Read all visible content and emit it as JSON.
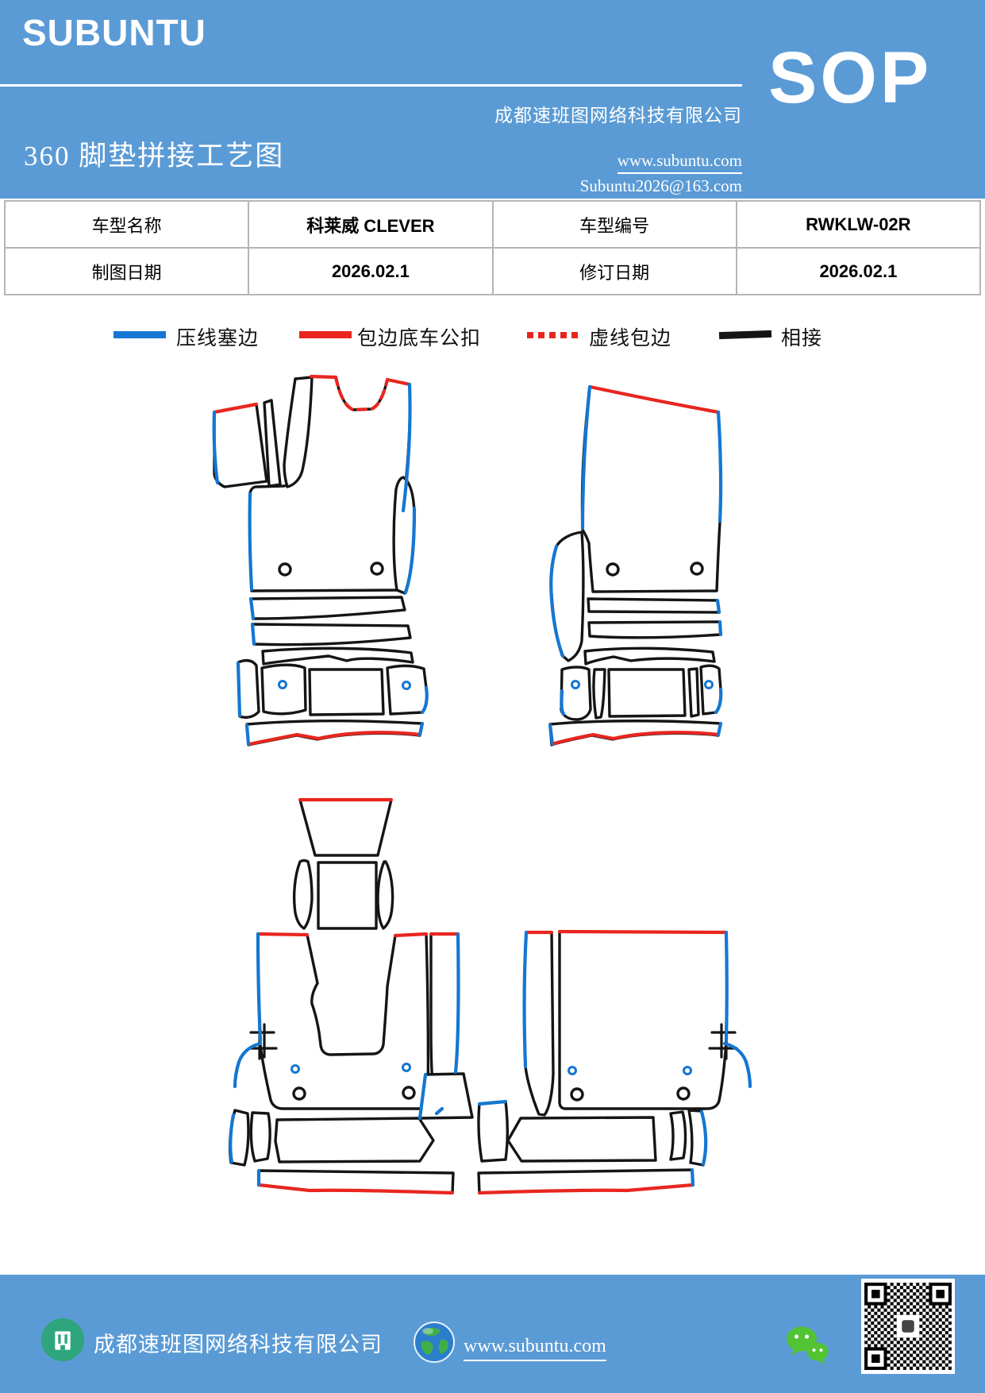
{
  "colors": {
    "header_bg": "#5B9BD5",
    "footer_bg": "#5B9BD5",
    "line_blue": "#1577D1",
    "line_red": "#E8261F",
    "line_black": "#151515",
    "table_border": "#B5B5B5",
    "icon_green": "#2FA57E",
    "wechat_green": "#52C332",
    "globe_blue": "#2C7ECB",
    "globe_green": "#3FAE49"
  },
  "header": {
    "brand": "SUBUNTU",
    "title": "360 脚垫拼接工艺图",
    "company": "成都速班图网络科技有限公司",
    "website": "www.subuntu.com",
    "email": "Subuntu2026@163.com",
    "badge": "SOP"
  },
  "info_table": {
    "rows": [
      {
        "cells": [
          "车型名称",
          "科莱威 CLEVER",
          "车型编号",
          "RWKLW-02R"
        ]
      },
      {
        "cells": [
          "制图日期",
          "2026.02.1",
          "修订日期",
          "2026.02.1"
        ]
      }
    ]
  },
  "legend": {
    "items": [
      {
        "label": "压线塞边",
        "style": "solid-blue"
      },
      {
        "label": "包边底车公扣",
        "style": "solid-red"
      },
      {
        "label": "虚线包边",
        "style": "dashed-red"
      },
      {
        "label": "相接",
        "style": "solid-black"
      }
    ]
  },
  "footer": {
    "company": "成都速班图网络科技有限公司",
    "website": "www.subuntu.com"
  }
}
